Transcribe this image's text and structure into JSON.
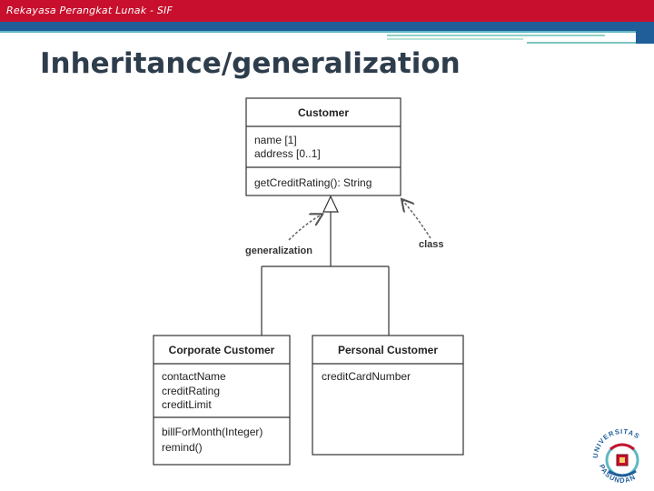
{
  "header": {
    "course": "Rekayasa Perangkat Lunak - SIF"
  },
  "slide": {
    "title": "Inheritance/generalization"
  },
  "diagram": {
    "customer": {
      "name": "Customer",
      "attributes": [
        "name [1]",
        "address [0..1]"
      ],
      "operations": [
        "getCreditRating(): String"
      ]
    },
    "corporate": {
      "name": "Corporate Customer",
      "attributes": [
        "contactName",
        "creditRating",
        "creditLimit"
      ],
      "operations": [
        "billForMonth(Integer)",
        "remind()"
      ]
    },
    "personal": {
      "name": "Personal Customer",
      "attributes": [
        "creditCardNumber"
      ],
      "operations": []
    },
    "annotations": {
      "generalization": "generalization",
      "class": "class"
    }
  },
  "logo": {
    "text": "UNIVERSITAS PASUNDAN"
  },
  "colors": {
    "header_red": "#c8102e",
    "header_blue": "#1f5e99",
    "accent_teal": "#5fb8c4",
    "title": "#2e3d4c"
  }
}
